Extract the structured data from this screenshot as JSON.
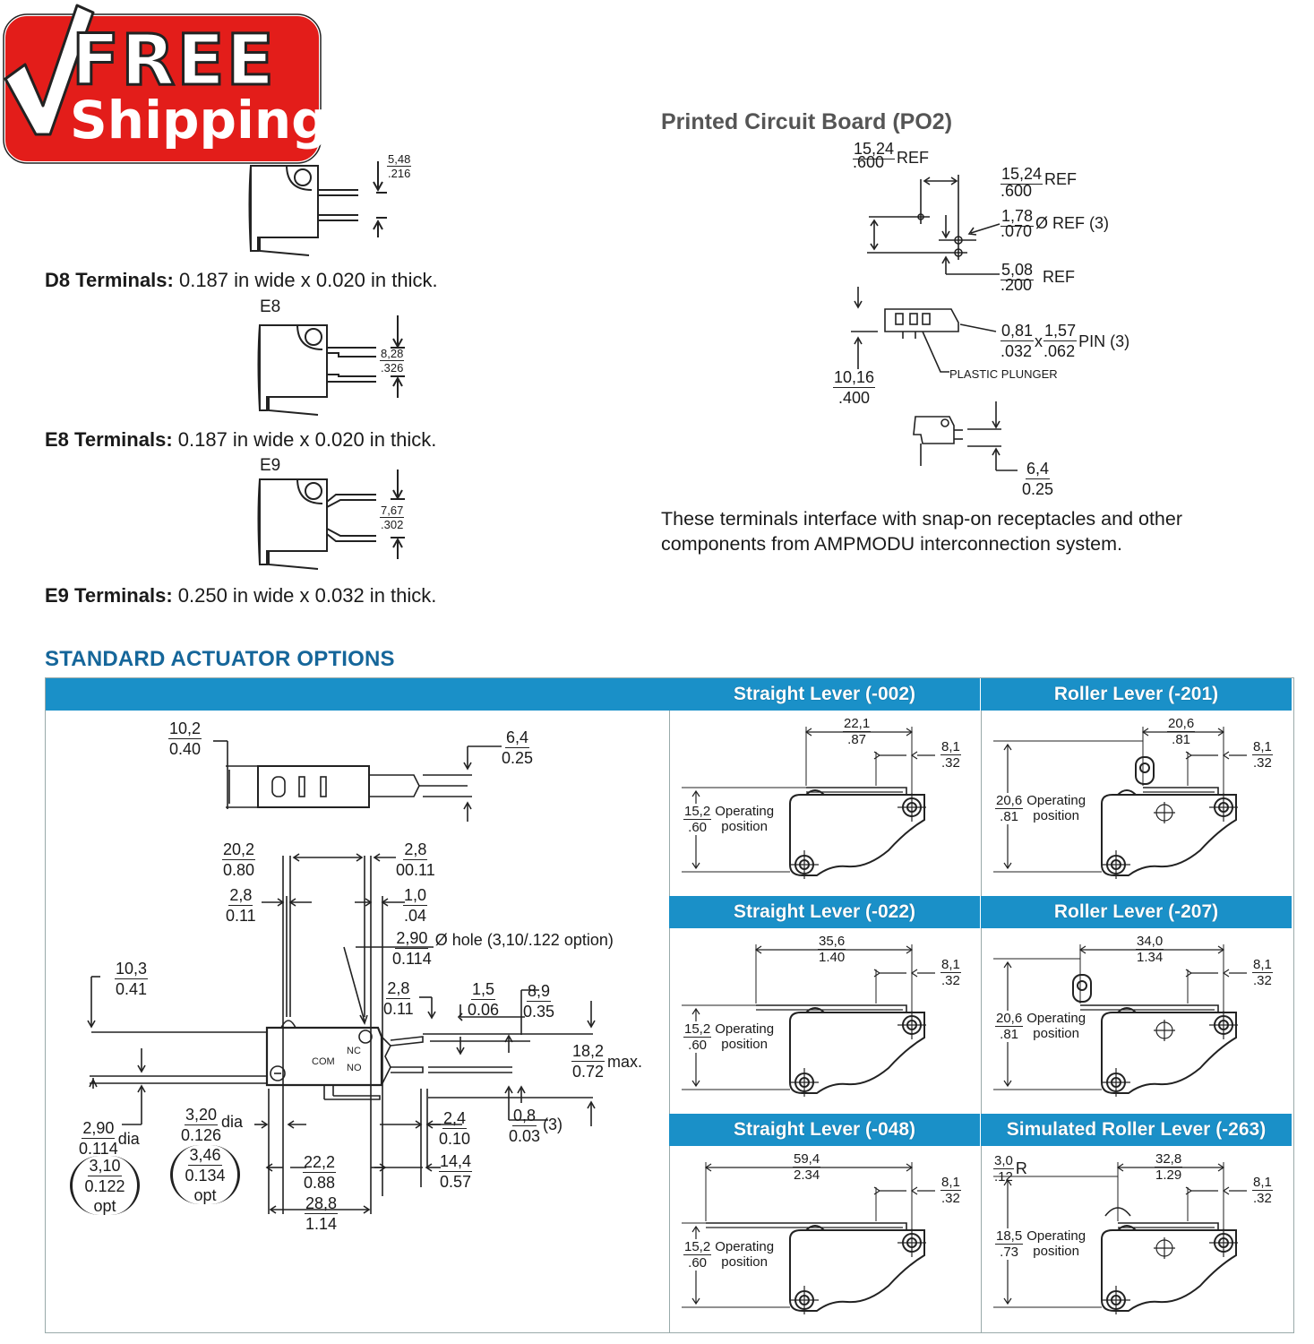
{
  "badge": {
    "line1": "FREE",
    "line2": "Shipping"
  },
  "terminals": {
    "d8": {
      "dim_top": "5,48",
      "dim_bottom": ".216",
      "label_bold": "D8 Terminals:",
      "label_text": " 0.187 in wide x 0.020 in thick."
    },
    "e8": {
      "name": "E8",
      "dim_top": "8,28",
      "dim_bottom": ".326",
      "label_bold": "E8 Terminals:",
      "label_text": " 0.187 in wide x 0.020 in thick."
    },
    "e9": {
      "name": "E9",
      "dim_top": "7,67",
      "dim_bottom": ".302",
      "label_bold": "E9 Terminals:",
      "label_text": " 0.250 in wide x 0.032 in thick."
    }
  },
  "pcb": {
    "title": "Printed Circuit Board (PO2)",
    "d1_top": "15,24",
    "d1_bottom": ".600",
    "d1_ref": "REF",
    "d2_top": "15,24",
    "d2_bottom": ".600",
    "d2_ref": "REF",
    "d3_top": "1,78",
    "d3_bottom": ".070",
    "d3_suffix": "Ø REF (3)",
    "d4_top": "5,08",
    "d4_bottom": ".200",
    "d4_ref": "REF",
    "pin_a_top": "0,81",
    "pin_a_bottom": ".032",
    "pin_x": "x",
    "pin_b_top": "1,57",
    "pin_b_bottom": ".062",
    "pin_suffix": "PIN (3)",
    "plunger": "PLASTIC PLUNGER",
    "d5_top": "10,16",
    "d5_bottom": ".400",
    "d6_top": "6,4",
    "d6_bottom": "0.25",
    "note_line1": "These terminals interface with snap-on receptacles and other",
    "note_line2": "components from AMPMODU interconnection system."
  },
  "actuators": {
    "heading": "STANDARD ACTUATOR OPTIONS",
    "main": {
      "a_top": "10,2",
      "a_bottom": "0.40",
      "b_top": "6,4",
      "b_bottom": "0.25",
      "c_top": "20,2",
      "c_bottom": "0.80",
      "d_top": "2,8",
      "d_bottom": "00.11",
      "e_top": "2,8",
      "e_bottom": "0.11",
      "f_top": "1,0",
      "f_bottom": ".04",
      "g_top": "2,90",
      "g_bottom": "0.114",
      "g_suffix": "Ø hole (3,10/.122 option)",
      "h_top": "10,3",
      "h_bottom": "0.41",
      "i_top": "2,8",
      "i_bottom": "0.11",
      "j_top": "1,5",
      "j_bottom": "0.06",
      "k_top": "8,9",
      "k_bottom": "0.35",
      "l_top": "18,2",
      "l_bottom": "0.72",
      "l_suffix": "max.",
      "nc": "NC",
      "no": "NO",
      "com": "COM",
      "m_top": "2,90",
      "m_bottom": "0.114",
      "m_suffix": "dia",
      "m2_top": "3,10",
      "m2_bottom": "0.122",
      "m2_suffix": "opt",
      "n_top": "3,20",
      "n_bottom": "0.126",
      "n_suffix": "dia",
      "n2_top": "3,46",
      "n2_bottom": "0.134",
      "n2_suffix": "opt",
      "o_top": "2,4",
      "o_bottom": "0.10",
      "p_top": "0,8",
      "p_bottom": "0.03",
      "p_suffix": "(3)",
      "q_top": "14,4",
      "q_bottom": "0.57",
      "r_top": "22,2",
      "r_bottom": "0.88",
      "s_top": "28,8",
      "s_bottom": "1.14"
    },
    "panels": [
      {
        "title": "Straight Lever (-002)",
        "len_top": "22,1",
        "len_bottom": ".87",
        "off_top": "8,1",
        "off_bottom": ".32",
        "op_top": "15,2",
        "op_bottom": ".60",
        "op1": "Operating",
        "op2": "position"
      },
      {
        "title": "Roller Lever (-201)",
        "len_top": "20,6",
        "len_bottom": ".81",
        "off_top": "8,1",
        "off_bottom": ".32",
        "op_top": "20,6",
        "op_bottom": ".81",
        "op1": "Operating",
        "op2": "position"
      },
      {
        "title": "Straight Lever (-022)",
        "len_top": "35,6",
        "len_bottom": "1.40",
        "off_top": "8,1",
        "off_bottom": ".32",
        "op_top": "15,2",
        "op_bottom": ".60",
        "op1": "Operating",
        "op2": "position"
      },
      {
        "title": "Roller Lever (-207)",
        "len_top": "34,0",
        "len_bottom": "1.34",
        "off_top": "8,1",
        "off_bottom": ".32",
        "op_top": "20,6",
        "op_bottom": ".81",
        "op1": "Operating",
        "op2": "position"
      },
      {
        "title": "Straight Lever (-048)",
        "len_top": "59,4",
        "len_bottom": "2.34",
        "off_top": "8,1",
        "off_bottom": ".32",
        "op_top": "15,2",
        "op_bottom": ".60",
        "op1": "Operating",
        "op2": "position"
      },
      {
        "title": "Simulated Roller Lever (-263)",
        "len_top": "32,8",
        "len_bottom": "1.29",
        "off_top": "8,1",
        "off_bottom": ".32",
        "op_top": "18,5",
        "op_bottom": ".73",
        "op1": "Operating",
        "op2": "position",
        "r_top": "3,0",
        "r_bottom": ".12",
        "r_suffix": "R"
      }
    ]
  }
}
